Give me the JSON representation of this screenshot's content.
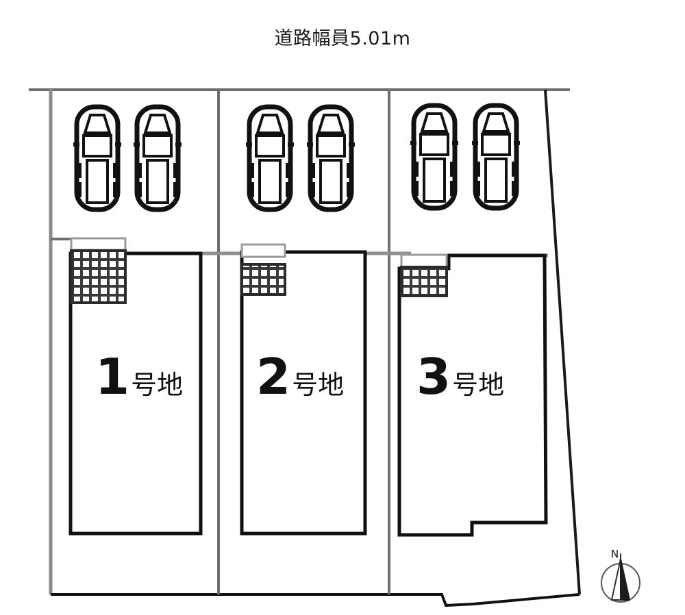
{
  "plan": {
    "road_label": "道路幅員5.01m",
    "lots": [
      {
        "number": "1",
        "suffix": "号地"
      },
      {
        "number": "2",
        "suffix": "号地"
      },
      {
        "number": "3",
        "suffix": "号地"
      }
    ],
    "compass": {
      "north_label": "N"
    },
    "parking": {
      "stall_count": 6,
      "cars_per_lot": 2
    },
    "colors": {
      "outline": "#111111",
      "boundary": "#808080",
      "hatch": "#3a3a3a",
      "background": "#ffffff",
      "text": "#111111"
    }
  }
}
